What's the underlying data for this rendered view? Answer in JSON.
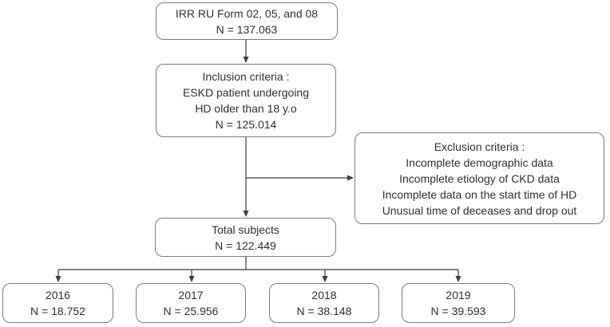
{
  "diagram": {
    "type": "flowchart",
    "nodes": {
      "source": {
        "lines": [
          "IRR RU Form 02, 05, and 08",
          "N = 137.063"
        ]
      },
      "inclusion": {
        "lines": [
          "Inclusion criteria :",
          "ESKD patient undergoing",
          "HD older than 18 y.o",
          "N = 125.014"
        ]
      },
      "exclusion": {
        "lines": [
          "Exclusion criteria :",
          "Incomplete demographic data",
          "Incomplete etiology of CKD data",
          "Incomplete data on the start time of HD",
          "Unusual time of deceases and drop out"
        ]
      },
      "total": {
        "lines": [
          "Total subjects",
          "N = 122.449"
        ]
      },
      "year_2016": {
        "lines": [
          "2016",
          "N = 18.752"
        ]
      },
      "year_2017": {
        "lines": [
          "2017",
          "N = 25.956"
        ]
      },
      "year_2018": {
        "lines": [
          "2018",
          "N = 38.148"
        ]
      },
      "year_2019": {
        "lines": [
          "2019",
          "N = 39.593"
        ]
      }
    },
    "edges": [
      {
        "from": "source",
        "to": "inclusion",
        "arrow": true
      },
      {
        "from": "inclusion",
        "to": "total",
        "arrow": true
      },
      {
        "from": "inclusion-total-connector",
        "to": "exclusion",
        "arrow": true
      },
      {
        "from": "total",
        "to": "year_2016",
        "arrow": true
      },
      {
        "from": "total",
        "to": "year_2017",
        "arrow": true
      },
      {
        "from": "total",
        "to": "year_2018",
        "arrow": true
      },
      {
        "from": "total",
        "to": "year_2019",
        "arrow": true
      }
    ],
    "colors": {
      "box_border": "#7b7b7b",
      "connector": "#3b3b3b",
      "text": "#2f2f2f",
      "background": "#ffffff"
    }
  }
}
